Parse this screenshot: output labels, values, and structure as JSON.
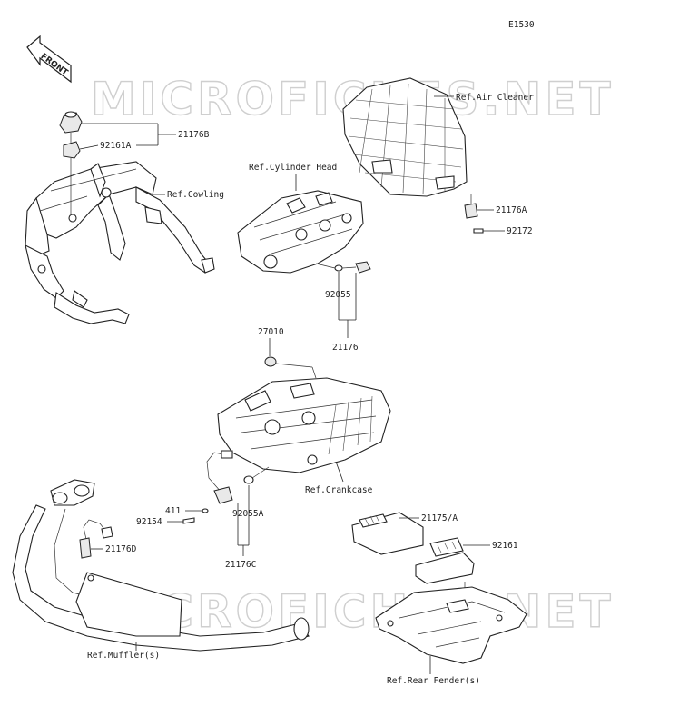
{
  "diagram": {
    "code": "E1530",
    "front_badge": "FRONT",
    "watermark": "MICROFICHES.NET",
    "parts": {
      "p21176B": "21176B",
      "p92161A": "92161A",
      "p21176A": "21176A",
      "p92172": "92172",
      "p92055": "92055",
      "p21176": "21176",
      "p27010": "27010",
      "p411": "411",
      "p92154": "92154",
      "p92055A": "92055A",
      "p21176C": "21176C",
      "p21176D": "21176D",
      "p21175A": "21175/A",
      "p92161": "92161"
    },
    "refs": {
      "air_cleaner": "Ref.Air Cleaner",
      "cylinder_head": "Ref.Cylinder Head",
      "cowling": "Ref.Cowling",
      "crankcase": "Ref.Crankcase",
      "muffler": "Ref.Muffler(s)",
      "rear_fender": "Ref.Rear Fender(s)"
    }
  }
}
